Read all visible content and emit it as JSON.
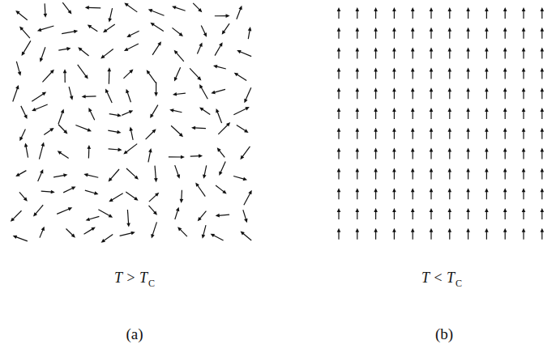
{
  "diagram": {
    "labels": [
      "T > T",
      "C",
      "T < T",
      "C",
      "(a)",
      "(b)"
    ]
  }
}
